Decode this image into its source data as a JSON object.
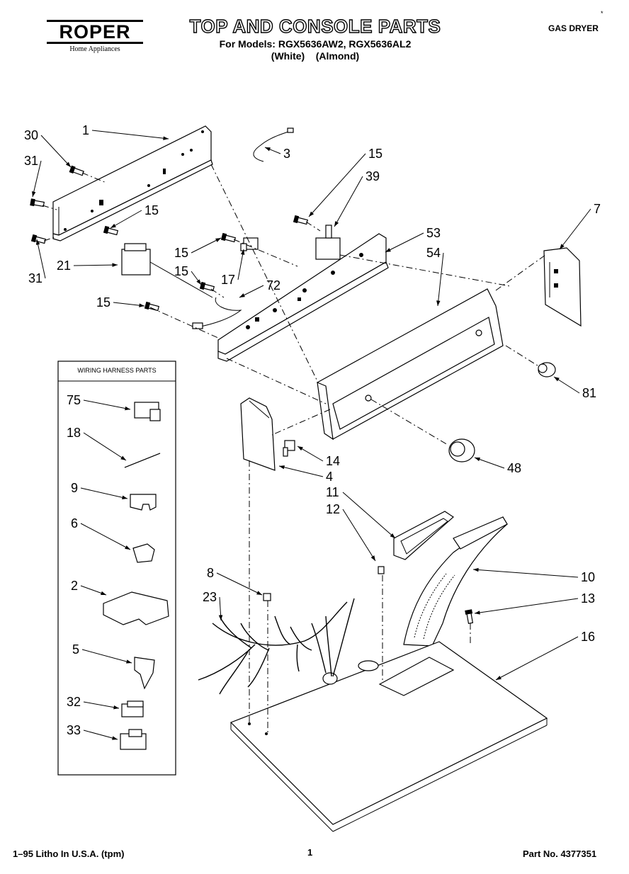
{
  "header": {
    "brand": "ROPER",
    "brand_sub": "Home Appliances",
    "title": "TOP AND CONSOLE PARTS",
    "models_line": "For Models: RGX5636AW2, RGX5636AL2",
    "colors_line": "(White)    (Almond)",
    "doc_type": "GAS DRYER",
    "marker": "*"
  },
  "harness_box": {
    "title": "WIRING HARNESS PARTS",
    "parts": [
      "75",
      "18",
      "9",
      "6",
      "2",
      "5",
      "32",
      "33"
    ]
  },
  "part_labels": [
    "1",
    "3",
    "30",
    "31",
    "15",
    "39",
    "7",
    "53",
    "54",
    "21",
    "17",
    "72",
    "81",
    "14",
    "4",
    "48",
    "11",
    "12",
    "10",
    "8",
    "23",
    "13",
    "16"
  ],
  "footer": {
    "litho": "1–95 Litho In U.S.A. (tpm)",
    "page": "1",
    "part_no": "Part No. 4377351"
  }
}
